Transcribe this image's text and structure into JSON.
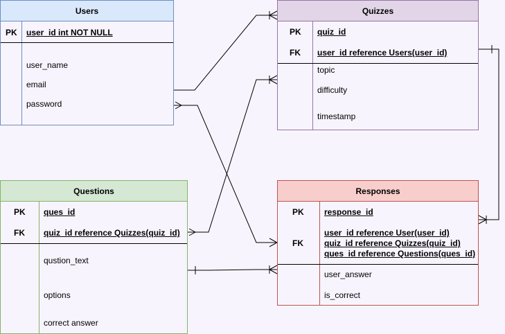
{
  "tables": {
    "users": {
      "title": "Users",
      "pk_label": "PK",
      "pk_field": "user_id int NOT NULL",
      "fields": [
        "user_name",
        "email",
        "password"
      ]
    },
    "quizzes": {
      "title": "Quizzes",
      "pk_label": "PK",
      "pk_field": "quiz_id",
      "fk_label": "FK",
      "fk_field": "user_id reference Users(user_id)",
      "fields": [
        "topic",
        "difficulty",
        "timestamp"
      ]
    },
    "questions": {
      "title": "Questions",
      "pk_label": "PK",
      "pk_field": "ques_id",
      "fk_label": "FK",
      "fk_field": "quiz_id reference Quizzes(quiz_id)",
      "fields": [
        "qustion_text",
        "options",
        "correct answer"
      ]
    },
    "responses": {
      "title": "Responses",
      "pk_label": "PK",
      "pk_field": "response_id",
      "fk_label": "FK",
      "fk_fields": [
        "user_id reference User(user_id)",
        "quiz_id reference Quizzes(quiz_id)",
        "ques_id reference Questions(ques_id)"
      ],
      "fields": [
        "user_answer",
        "is_correct"
      ]
    }
  },
  "relationships": [
    {
      "from": "Users",
      "to": "Quizzes"
    },
    {
      "from": "Users",
      "to": "Responses"
    },
    {
      "from": "Quizzes",
      "to": "Questions"
    },
    {
      "from": "Quizzes",
      "to": "Responses"
    },
    {
      "from": "Questions",
      "to": "Responses"
    }
  ]
}
